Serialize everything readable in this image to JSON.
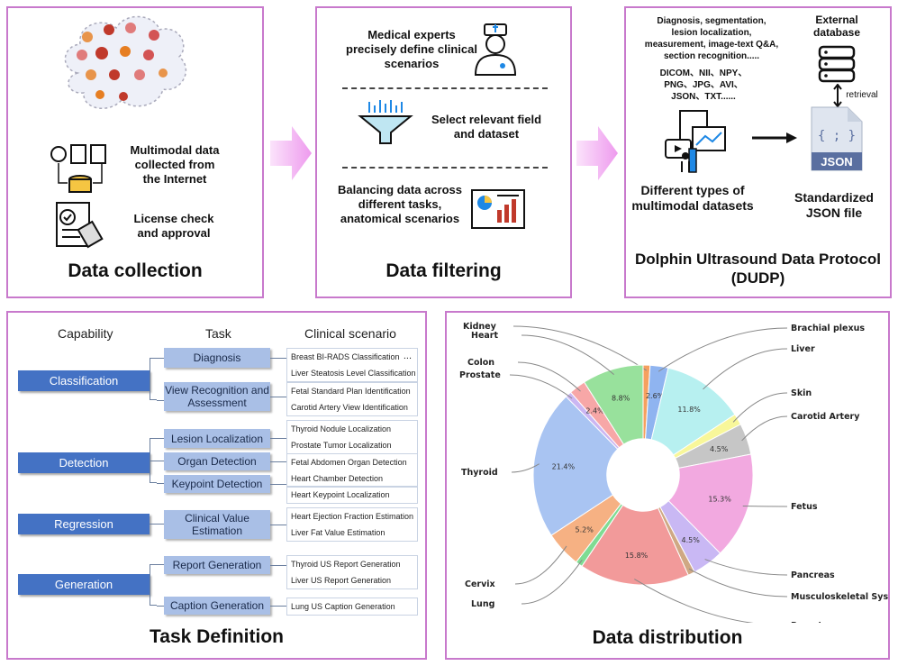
{
  "collection": {
    "title": "Data collection",
    "multimodal_text": "Multimodal data collected from the Internet",
    "license_text": "License check and approval"
  },
  "filtering": {
    "title": "Data filtering",
    "step1": "Medical experts precisely define clinical scenarios",
    "step2": "Select relevant field and dataset",
    "step3": "Balancing data across different tasks, anatomical scenarios"
  },
  "protocol": {
    "title": "Dolphin Ultrasound Data Protocol (DUDP)",
    "tasks_text": "Diagnosis, segmentation, lesion localization, measurement, image-text Q&A, section recognition.....",
    "formats_text": "DICOM、NII、NPY、PNG、JPG、AVI、JSON、TXT......",
    "external_db": "External database",
    "retrieval": "retrieval",
    "json_icon_label": "JSON",
    "json_brace": "{ ; }",
    "datasets_label": "Different types of multimodal datasets",
    "json_label": "Standardized JSON file"
  },
  "task_definition": {
    "title": "Task Definition",
    "headers": {
      "capability": "Capability",
      "task": "Task",
      "scenario": "Clinical scenario"
    },
    "capabilities": [
      "Classification",
      "Detection",
      "Regression",
      "Generation"
    ],
    "tasks": [
      "Diagnosis",
      "View Recognition and Assessment",
      "Lesion Localization",
      "Organ Detection",
      "Keypoint Detection",
      "Clinical Value Estimation",
      "Report Generation",
      "Caption Generation"
    ],
    "scenarios": [
      [
        "Breast BI-RADS Classification",
        "Liver Steatosis Level Classification"
      ],
      [
        "Fetal Standard Plan Identification",
        "Carotid Artery View Identification"
      ],
      [
        "Thyroid Nodule Localization",
        "Prostate Tumor Localization"
      ],
      [
        "Fetal Abdomen Organ Detection",
        "Heart Chamber Detection"
      ],
      [
        "Heart Keypoint Localization"
      ],
      [
        "Heart Ejection Fraction Estimation",
        "Liver Fat Value Estimation"
      ],
      [
        "Thyroid US Report Generation",
        "Liver US Report Generation"
      ],
      [
        "Lung US Caption Generation"
      ]
    ],
    "ellipsis": "..."
  },
  "distribution": {
    "title": "Data distribution"
  },
  "chart_data": {
    "type": "pie",
    "title": "Data distribution",
    "categories": [
      "Kidney",
      "Brachial plexus",
      "Liver",
      "Skin",
      "Carotid Artery",
      "Fetus",
      "Pancreas",
      "Musculoskeletal System",
      "Breast",
      "Lung",
      "Cervix",
      "Thyroid",
      "Prostate",
      "Colon",
      "Heart"
    ],
    "values": [
      1.0,
      2.6,
      11.8,
      1.6,
      4.5,
      15.3,
      4.5,
      1.0,
      15.8,
      1.0,
      5.2,
      21.4,
      0.9,
      2.4,
      8.8
    ],
    "data_labels": [
      "",
      "2.6%",
      "11.8%",
      "",
      "4.5%",
      "15.3%",
      "4.5%",
      "",
      "15.8%",
      "",
      "5.2%",
      "21.4%",
      "",
      "2.4%",
      "8.8%"
    ],
    "colors": [
      "#f5a05f",
      "#8fb4f0",
      "#b7f0f0",
      "#f8f79a",
      "#c6c6c6",
      "#f2a9e0",
      "#c9b8f4",
      "#cfa884",
      "#f29a9a",
      "#7fdc93",
      "#f6b183",
      "#a9c4f2",
      "#cbb6f2",
      "#f7a7a7",
      "#98e19c"
    ],
    "hole": 0.33,
    "legend": "none"
  }
}
